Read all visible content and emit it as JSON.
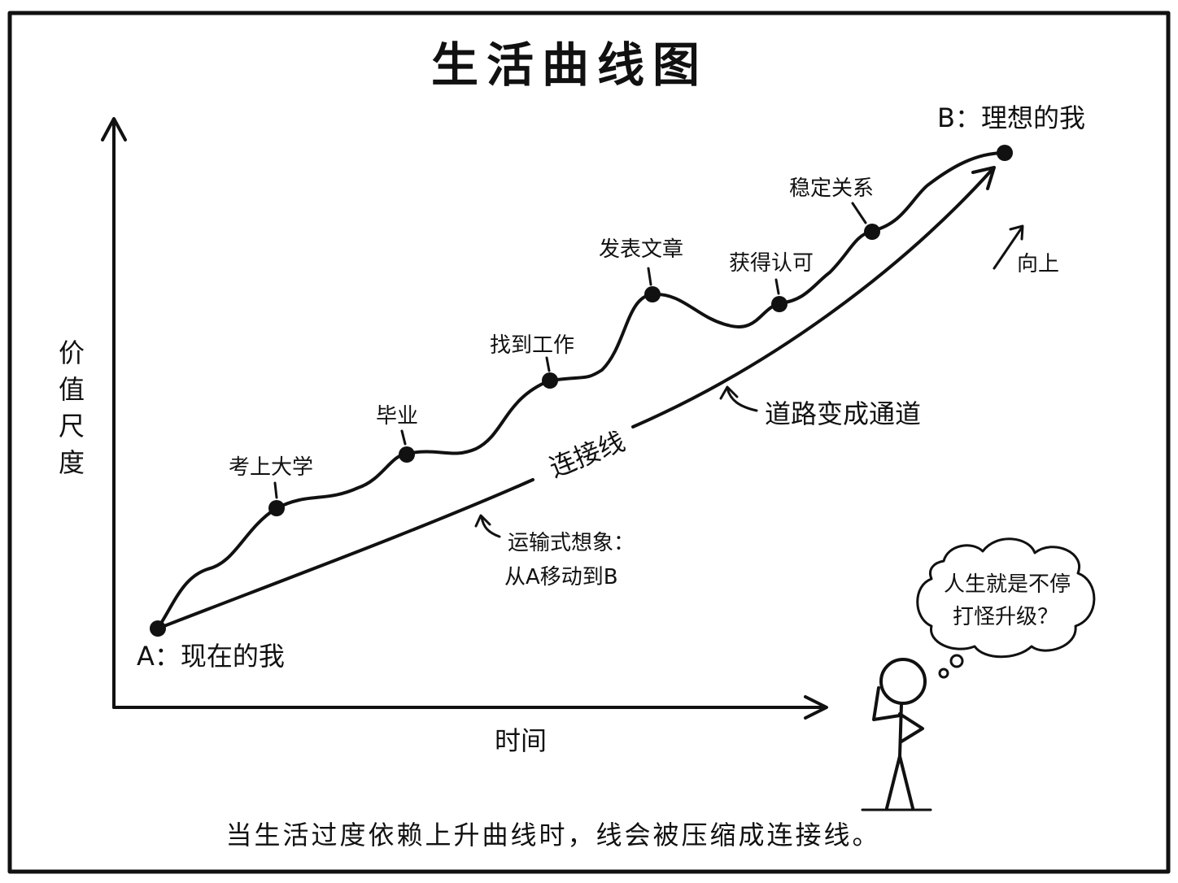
{
  "title": "生活曲线图",
  "axes": {
    "y_label_chars": [
      "价",
      "值",
      "尺",
      "度"
    ],
    "x_label": "时间"
  },
  "points": {
    "start": "A：现在的我",
    "end": "B：理想的我"
  },
  "milestones": [
    {
      "label": "考上大学"
    },
    {
      "label": "毕业"
    },
    {
      "label": "找到工作"
    },
    {
      "label": "发表文章"
    },
    {
      "label": "获得认可"
    },
    {
      "label": "稳定关系"
    }
  ],
  "annotations": {
    "connecting_line": "连接线",
    "road_to_channel": "道路变成通道",
    "upward": "向上",
    "transport_line1": "运输式想象：",
    "transport_line2": "从A移动到B"
  },
  "thought_bubble": {
    "line1": "人生就是不停",
    "line2": "打怪升级？"
  },
  "caption": "当生活过度依赖上升曲线时，线会被压缩成连接线。"
}
